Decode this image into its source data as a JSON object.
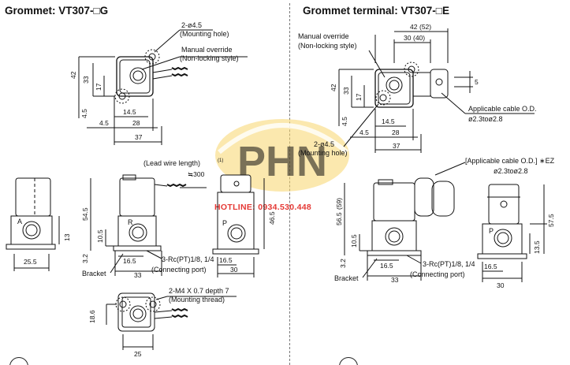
{
  "sections": {
    "left_title": "Grommet: VT307-□G",
    "right_title": "Grommet terminal: VT307-□E"
  },
  "left": {
    "top_view": {
      "mounting_hole": "2-ø4.5",
      "mounting_hole_note": "(Mounting hole)",
      "manual_override": "Manual override",
      "manual_override_note": "(Non-locking  style)",
      "dims": {
        "h42": "42",
        "h33": "33",
        "h17": "17",
        "h4_5": "4.5",
        "w14_5": "14.5",
        "w4_5": "4.5",
        "w28": "28",
        "w37": "37"
      }
    },
    "front_view": {
      "lead_wire": "(Lead wire length)",
      "lead_wire_note": "(1)",
      "lead_wire_len": "≒300",
      "port_label": "R",
      "dims": {
        "h54_5": "54.5",
        "h10_5": "10.5",
        "h3_2": "3.2",
        "w16_5": "16.5",
        "w33": "33"
      },
      "port_callout": "3-Rc(PT)1/8, 1/4",
      "port_callout_note": "(Connecting port)",
      "bracket": "Bracket"
    },
    "side_left": {
      "port_label": "A",
      "dims": {
        "h13": "13",
        "w25_5": "25.5"
      }
    },
    "side_right": {
      "port_label": "P",
      "dims": {
        "h46_5": "46.5",
        "w16_5": "16.5",
        "w30": "30"
      }
    },
    "bottom_view": {
      "thread": "2-M4 X 0.7 depth 7",
      "thread_note": "(Mounting thread)",
      "dims": {
        "h18_6": "18.6",
        "w25": "25"
      }
    }
  },
  "right": {
    "top_view": {
      "manual_override": "Manual override",
      "manual_override_note": "(Non-locking style)",
      "dims": {
        "w42": "42",
        "w42_alt": "(52)",
        "w30": "30",
        "w30_alt": "(40)",
        "h42": "42",
        "h33": "33",
        "h17": "17",
        "h4_5": "4.5",
        "w14_5": "14.5",
        "w4_5": "4.5",
        "w28": "28",
        "w37": "37",
        "r5": "5"
      },
      "cable_od": "Applicable cable O.D.",
      "cable_range": "ø2.3toø2.8",
      "mounting_hole": "2-ø4.5",
      "mounting_hole_note": "(Mounting hole)"
    },
    "front_view": {
      "cable_od_ez": "[Applicable cable O.D.] ∗EZ",
      "cable_range_ez": "ø2.3toø2.8",
      "dims": {
        "h56_5": "56.5",
        "h56_5_alt": "(59)",
        "h10_5": "10.5",
        "h3_2": "3.2",
        "w16_5": "16.5",
        "w33": "33"
      },
      "port_callout": "3-Rc(PT)1/8, 1/4",
      "port_callout_note": "(Connecting port)",
      "bracket": "Bracket"
    },
    "side_view": {
      "port_label": "P",
      "dims": {
        "h57_5": "57.5",
        "h13_5": "13.5",
        "w16_5": "16.5",
        "w30": "30"
      }
    }
  },
  "watermark": {
    "logo_text": "PHN",
    "hotline": "HOTLINE: 0934.530.448",
    "colors": {
      "gold": "#f2c94c",
      "red": "#e53935",
      "gray": "#9e9e9e"
    }
  }
}
